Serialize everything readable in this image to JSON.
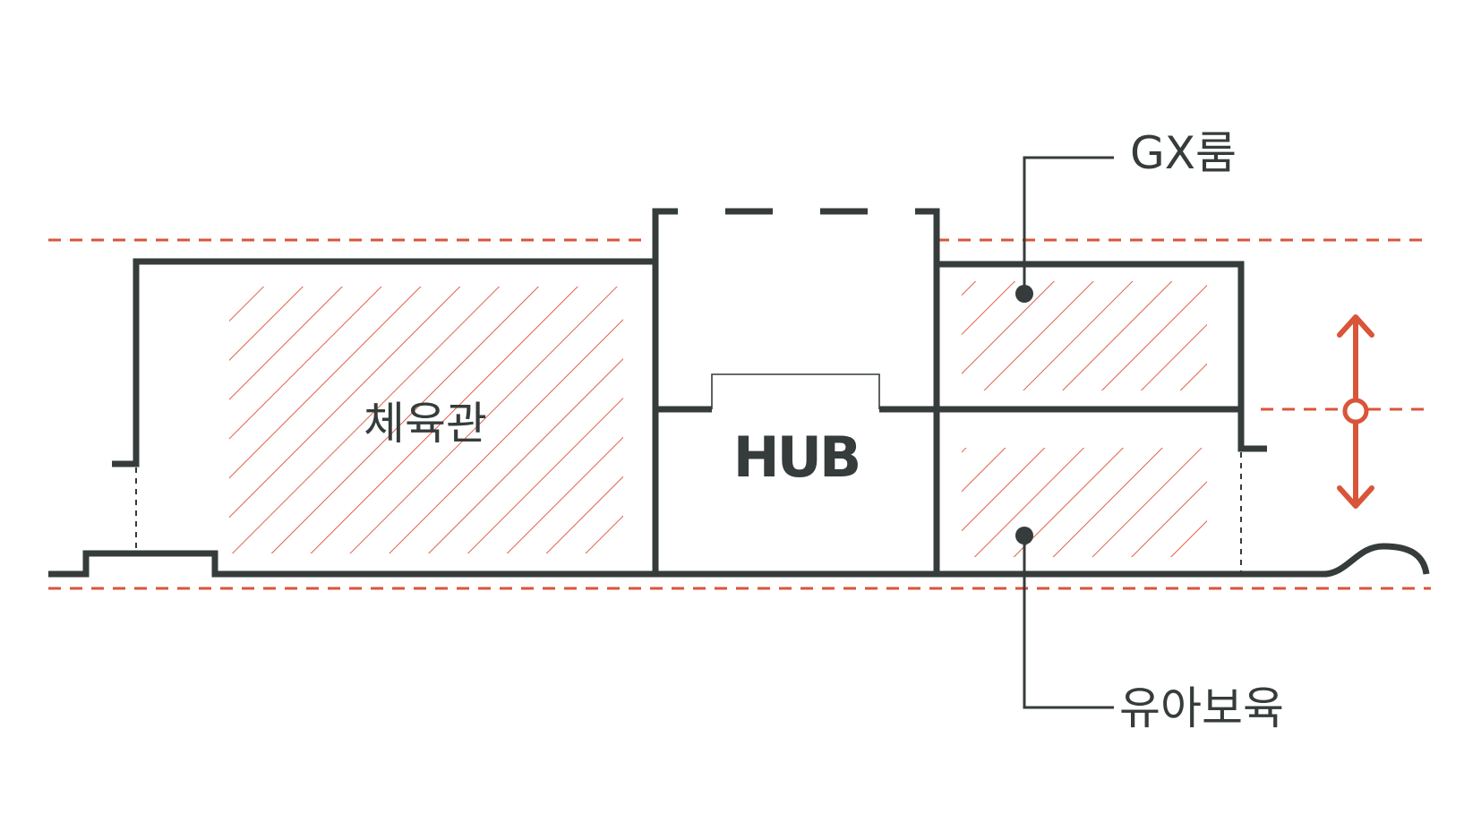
{
  "diagram": {
    "labels": {
      "gym": "체육관",
      "hub": "HUB",
      "gx_room": "GX룸",
      "childcare": "유아보육"
    },
    "colors": {
      "line": "#353c3b",
      "accent": "#d9553a",
      "hatch": "#e2614a",
      "background": "#ffffff"
    },
    "icons": {
      "adjust_marker": "double-headed-vertical-arrow-icon"
    }
  }
}
